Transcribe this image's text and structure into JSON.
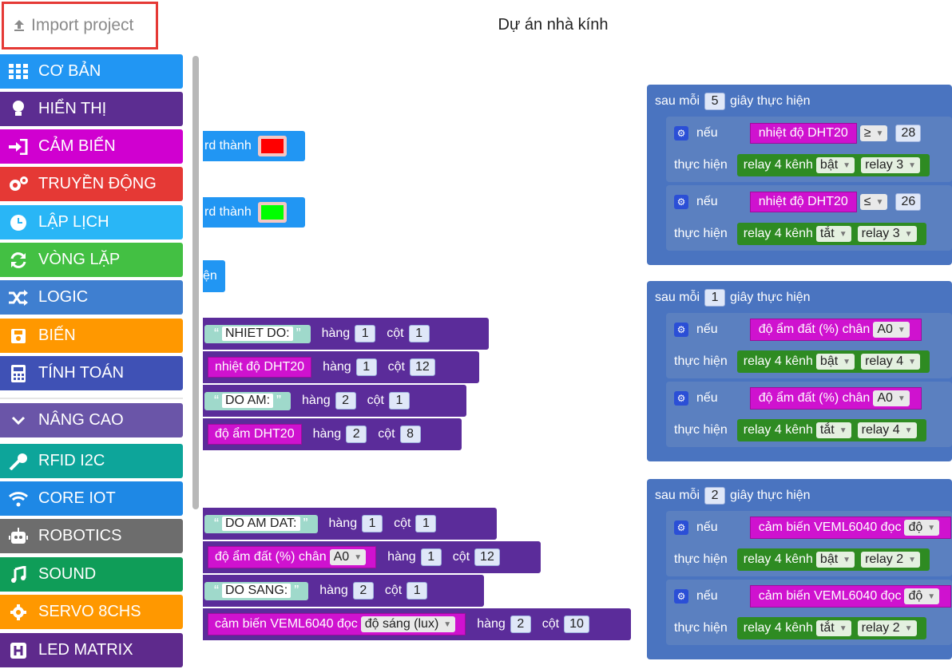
{
  "header": {
    "import_label": "Import project",
    "project_title": "Dự án nhà kính"
  },
  "sidebar": {
    "items": [
      {
        "label": "CƠ BẢN",
        "icon": "grid-icon",
        "color": "#2196f3"
      },
      {
        "label": "HIỂN THỊ",
        "icon": "lightbulb-icon",
        "color": "#5c2d91"
      },
      {
        "label": "CẢM BIẾN",
        "icon": "sign-in-icon",
        "color": "#d000d0"
      },
      {
        "label": "TRUYỀN ĐỘNG",
        "icon": "gears-icon",
        "color": "#e53935"
      },
      {
        "label": "LẬP LỊCH",
        "icon": "clock-icon",
        "color": "#29b6f6"
      },
      {
        "label": "VÒNG LẶP",
        "icon": "refresh-icon",
        "color": "#43c043"
      },
      {
        "label": "LOGIC",
        "icon": "shuffle-icon",
        "color": "#3f7fd0"
      },
      {
        "label": "BIẾN",
        "icon": "save-icon",
        "color": "#ff9800"
      },
      {
        "label": "TÍNH TOÁN",
        "icon": "calculator-icon",
        "color": "#3f51b5"
      },
      {
        "label": "NÂNG CAO",
        "icon": "chevron-down-icon",
        "color": "#6a55a8"
      },
      {
        "label": "RFID I2C",
        "icon": "key-icon",
        "color": "#0da59a"
      },
      {
        "label": "CORE IOT",
        "icon": "wifi-icon",
        "color": "#1e88e5"
      },
      {
        "label": "ROBOTICS",
        "icon": "robot-icon",
        "color": "#6d6d6d"
      },
      {
        "label": "SOUND",
        "icon": "music-icon",
        "color": "#0f9d58"
      },
      {
        "label": "SERVO 8CHS",
        "icon": "gear-icon",
        "color": "#ff9800"
      },
      {
        "label": "LED MATRIX",
        "icon": "h-square-icon",
        "color": "#5e2a8c"
      }
    ]
  },
  "left_blocks": {
    "led1": {
      "text": "rd thành",
      "color": "#ff0000"
    },
    "led2": {
      "text": "rd thành",
      "color": "#00ff00"
    },
    "partial": {
      "text": "ện"
    },
    "lcd": {
      "hang": "hàng",
      "cot": "cột",
      "rows": [
        {
          "string": "NHIET DO:",
          "hang": "1",
          "cot": "1"
        },
        {
          "sensor": "nhiệt độ DHT20",
          "hang": "1",
          "cot": "12"
        },
        {
          "string": "DO AM:",
          "hang": "2",
          "cot": "1"
        },
        {
          "sensor": "độ ẩm DHT20",
          "hang": "2",
          "cot": "8"
        }
      ],
      "rows2": [
        {
          "string": "DO AM DAT:",
          "hang": "1",
          "cot": "1"
        },
        {
          "sensor": "độ ẩm đất (%) chân",
          "pin": "A0",
          "hang": "1",
          "cot": "12"
        },
        {
          "string": "DO SANG:",
          "hang": "2",
          "cot": "1"
        },
        {
          "sensor": "cảm biến VEML6040 đọc",
          "mode": "độ sáng (lux)",
          "hang": "2",
          "cot": "10"
        }
      ]
    }
  },
  "right_blocks": {
    "every_prefix": "sau mỗi",
    "every_suffix": "giây thực hiện",
    "if_label": "nếu",
    "do_label": "thực hiện",
    "relay_label": "relay 4 kênh",
    "groups": [
      {
        "seconds": "5",
        "conds": [
          {
            "sensor": "nhiệt độ DHT20",
            "op": "≥",
            "value": "28",
            "state": "bật",
            "relay": "relay 3"
          },
          {
            "sensor": "nhiệt độ DHT20",
            "op": "≤",
            "value": "26",
            "state": "tắt",
            "relay": "relay 3"
          }
        ]
      },
      {
        "seconds": "1",
        "conds": [
          {
            "sensor": "độ ẩm đất (%) chân",
            "pin": "A0",
            "state": "bật",
            "relay": "relay 4"
          },
          {
            "sensor": "độ ẩm đất (%) chân",
            "pin": "A0",
            "state": "tắt",
            "relay": "relay 4"
          }
        ]
      },
      {
        "seconds": "2",
        "conds": [
          {
            "sensor": "cảm biến VEML6040 đọc",
            "mode": "độ",
            "state": "bật",
            "relay": "relay 2"
          },
          {
            "sensor": "cảm biến VEML6040 đọc",
            "mode": "độ",
            "state": "tắt",
            "relay": "relay 2"
          }
        ]
      }
    ]
  }
}
